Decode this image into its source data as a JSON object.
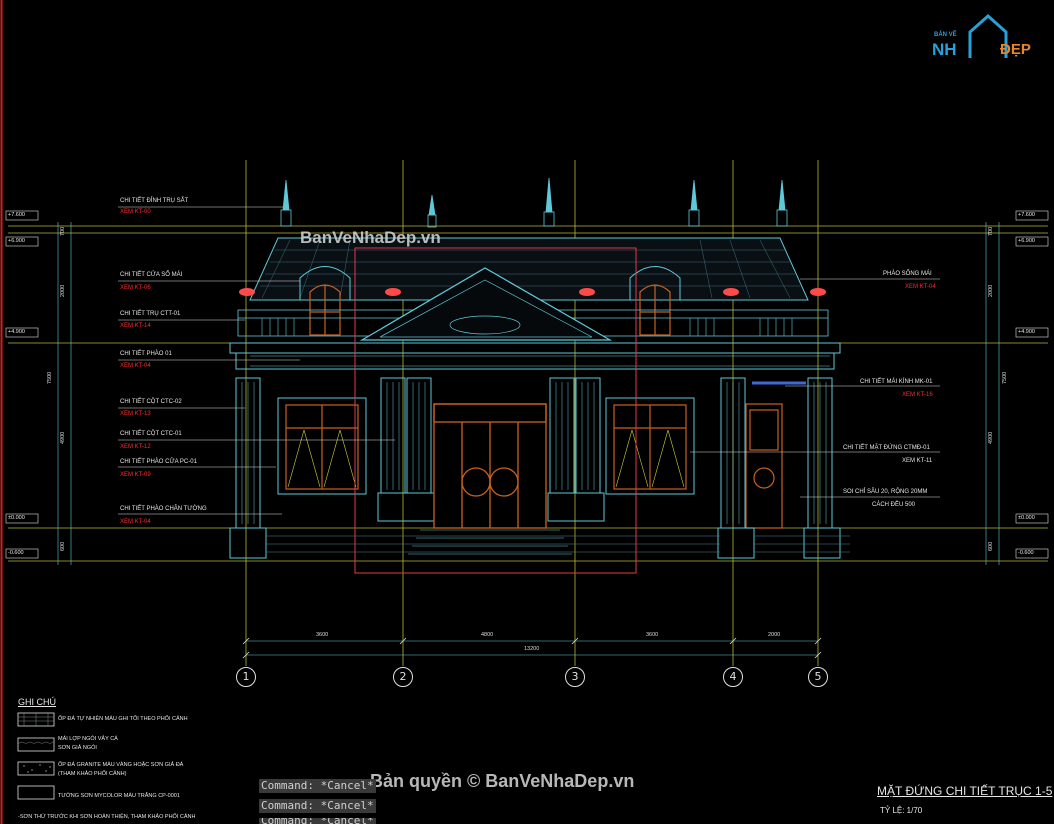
{
  "logo": {
    "top_text": "BẢN VẼ",
    "brand_left": "NH",
    "brand_right": "ĐẸP"
  },
  "watermark_top": "BanVeNhaDep.vn",
  "watermark_bottom": "Bản quyền © BanVeNhaDep.vn",
  "left_labels": [
    {
      "title": "CHI TIẾT ĐỈNH TRỤ SẮT",
      "ref": "XEM KT-00"
    },
    {
      "title": "CHI TIẾT CỬA SỔ MÁI",
      "ref": "XEM KT-06"
    },
    {
      "title": "CHI TIẾT TRỤ CTT-01",
      "ref": "XEM KT-14"
    },
    {
      "title": "CHI TIẾT PHÀO 01",
      "ref": "XEM KT-04"
    },
    {
      "title": "CHI TIẾT CỘT CTC-02",
      "ref": "XEM KT-13"
    },
    {
      "title": "CHI TIẾT CỘT CTC-01",
      "ref": "XEM KT-12"
    },
    {
      "title": "CHI TIẾT PHÀO CỬA PC-01",
      "ref": "XEM KT-09"
    },
    {
      "title": "CHI TIẾT PHÀO CHÂN TƯỜNG",
      "ref": "XEM KT-04"
    }
  ],
  "right_labels": [
    {
      "title": "PHÀO SỐNG MÁI",
      "ref": "XEM KT-04"
    },
    {
      "title": "CHI TIẾT MÁI KÍNH MK-01",
      "ref": "XEM KT-16"
    },
    {
      "title": "CHI TIẾT MẶT ĐỨNG CTMĐ-01",
      "ref": "XEM KT-11"
    },
    {
      "title": "SOI CHỈ SÂU 20, RỘNG 20MM",
      "ref": "CÁCH ĐỀU 500"
    }
  ],
  "levels_left": [
    "+7.600",
    "+6.900",
    "+4.900",
    "±0.000",
    "-0.600"
  ],
  "levels_right": [
    "+7.600",
    "+6.900",
    "+4.900",
    "±0.000",
    "-0.600"
  ],
  "vertical_dims_left": [
    "700",
    "2000",
    "4900",
    "600",
    "7500"
  ],
  "vertical_dims_right": [
    "700",
    "2000",
    "4900",
    "600",
    "7500"
  ],
  "bottom_dims": [
    "3600",
    "4800",
    "3600",
    "2000"
  ],
  "total_dim": "13200",
  "axes": [
    "1",
    "2",
    "3",
    "4",
    "5"
  ],
  "legend": {
    "title": "GHI CHÚ",
    "items": [
      {
        "text": "ỐP ĐÁ TỰ NHIÊN MÀU GHI TỐI THEO PHỐI CẢNH"
      },
      {
        "text": "MÁI LỢP NGÓI VẢY CÁ",
        "sub": "SƠN GIẢ NGÓI"
      },
      {
        "text": "ỐP ĐÁ GRANITE MÀU VÀNG HOẶC SƠN GIẢ ĐÁ",
        "sub": "(THAM KHẢO PHỐI CẢNH)"
      },
      {
        "text": "TƯỜNG SƠN MYCOLOR MÀU TRẮNG CP-0001"
      }
    ],
    "footnote": "-SƠN THỬ TRƯỚC KHI SƠN HOÀN THIỆN, THAM KHẢO PHỐI CẢNH"
  },
  "commands": [
    "Command: *Cancel*",
    "Command: *Cancel*",
    "Command: *Cancel*"
  ],
  "drawing_title": "MẶT ĐỨNG CHI TIẾT TRỤC 1-5",
  "scale": "TỶ LỆ: 1/70",
  "colors": {
    "background": "#000000",
    "cyan": "#5ec8d8",
    "red": "#ff2a2a",
    "orange": "#c8621e",
    "yellow": "#cccc33",
    "grid": "#b8b834"
  }
}
